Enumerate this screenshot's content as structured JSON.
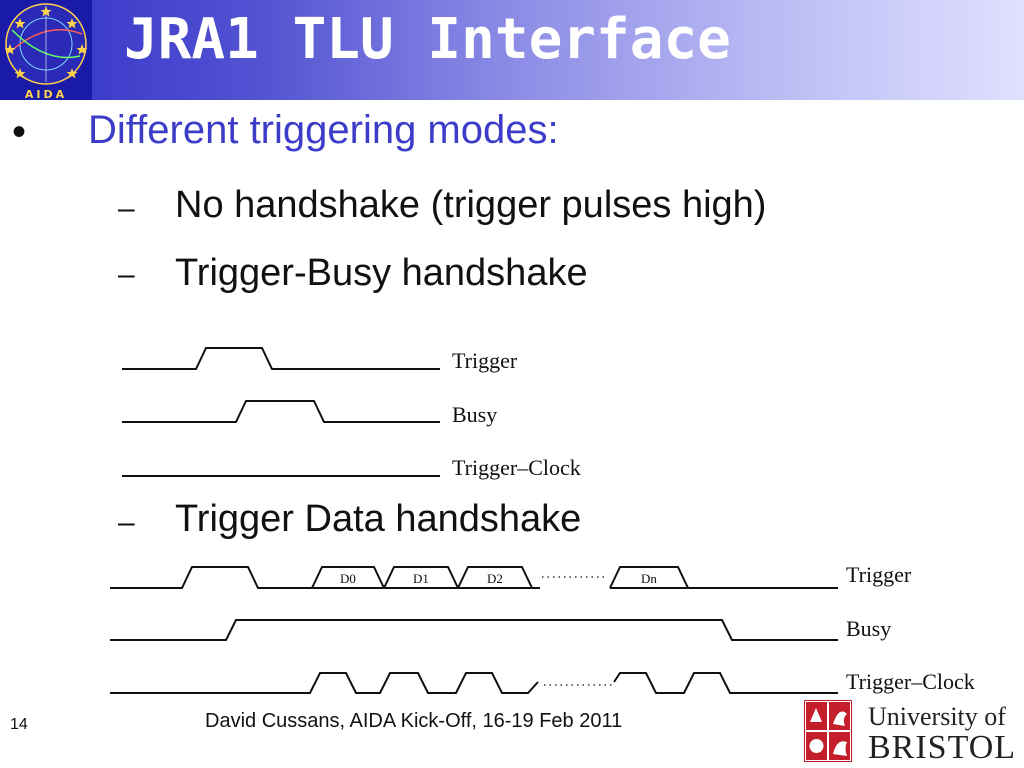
{
  "header": {
    "title": "JRA1 TLU Interface",
    "logo_text": "AIDA"
  },
  "content": {
    "bullet": "•",
    "heading": "Different triggering modes:",
    "dash": "–",
    "items": [
      "No handshake (trigger pulses high)",
      "Trigger-Busy handshake",
      "Trigger Data handshake"
    ]
  },
  "diagram1": {
    "labels": [
      "Trigger",
      "Busy",
      "Trigger–Clock"
    ]
  },
  "diagram2": {
    "labels": [
      "Trigger",
      "Busy",
      "Trigger–Clock"
    ],
    "data_words": [
      "D0",
      "D1",
      "D2",
      "Dn"
    ]
  },
  "footer": {
    "page_number": "14",
    "text": "David Cussans, AIDA Kick-Off, 16-19 Feb 2011",
    "university_line1": "University of",
    "university_line2": "BRISTOL"
  },
  "colors": {
    "header_gradient_start": "#3030c8",
    "header_gradient_end": "#e0e0ff",
    "heading_blue": "#3c3cc8",
    "logo_gold": "#ffd24a",
    "bristol_red": "#c41e2a"
  }
}
